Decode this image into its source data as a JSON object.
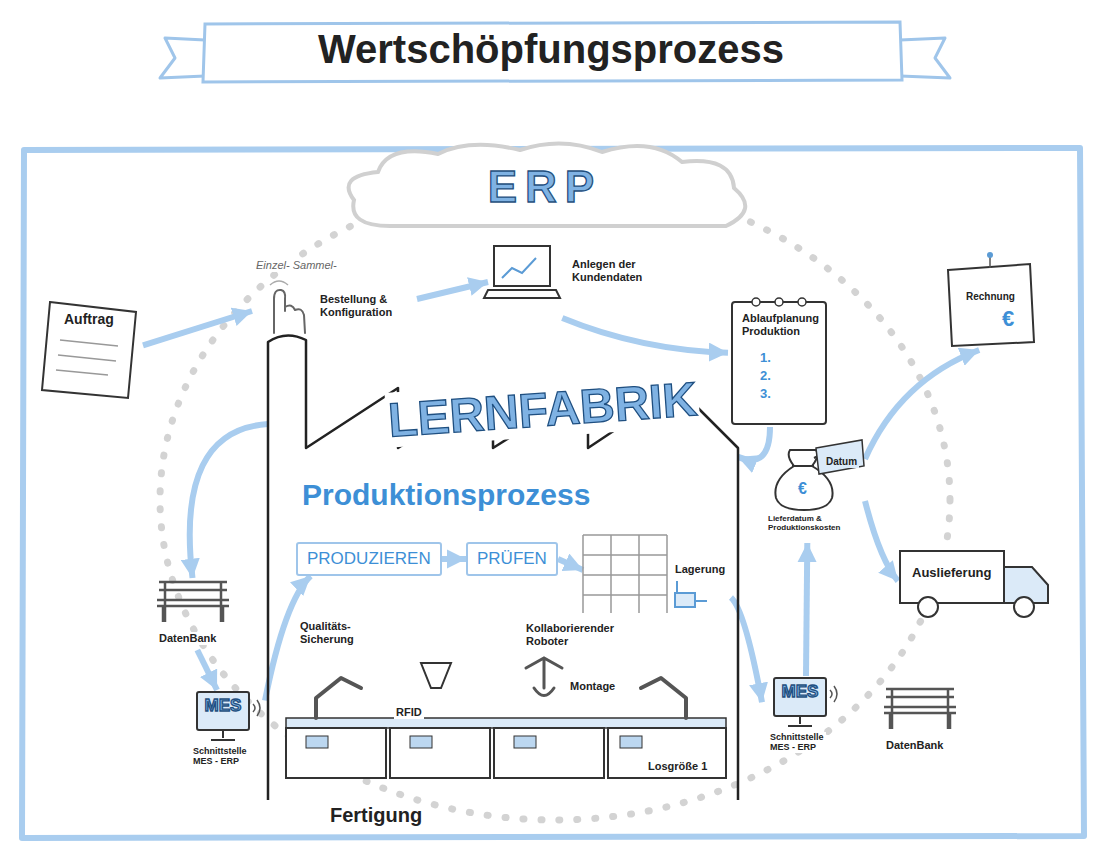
{
  "diagram": {
    "title": "Wertschöpfungsprozess",
    "nodes": [
      {
        "text": [
          "ERP"
        ]
      },
      {
        "text": [
          "Auftrag"
        ]
      },
      {
        "text": [
          "Einzel- Sammel-",
          "Bestellung & Konfiguration"
        ]
      },
      {
        "text": [
          "Anlegen der Kundendaten"
        ]
      },
      {
        "text": [
          "Ablaufplanung Produktion",
          "1.",
          "2.",
          "3."
        ]
      },
      {
        "text": [
          "Rechnung",
          "€"
        ]
      },
      {
        "text": [
          "LERNFABRIK",
          "Produktionsprozess"
        ]
      },
      {
        "text": [
          "PRODUZIEREN"
        ],
        "in": 6
      },
      {
        "text": [
          "PRÜFEN"
        ],
        "in": 6
      },
      {
        "text": [
          "Lagerung"
        ],
        "in": 6
      },
      {
        "text": [
          "Montage",
          "RFID",
          "Losgröße 1"
        ],
        "in": 6
      },
      {
        "text": [
          "DatenBank"
        ]
      },
      {
        "text": [
          "MES",
          "Schnittstelle MES - ERP"
        ]
      },
      {
        "text": [
          "MES",
          "Schnittstelle MES - ERP"
        ]
      },
      {
        "text": [
          "Datum",
          "€",
          "Lieferdatum & Produktionskosten"
        ]
      },
      {
        "text": [
          "Auslieferung"
        ]
      },
      {
        "text": [
          "DatenBank"
        ]
      }
    ],
    "edges": [
      {
        "from": 1,
        "to": 2,
        "arrow": "to"
      },
      {
        "from": 2,
        "to": 3,
        "arrow": "to"
      },
      {
        "from": 3,
        "to": 4,
        "arrow": "to"
      },
      {
        "from": 4,
        "to": 6,
        "arrow": "to"
      },
      {
        "from": 6,
        "to": 11,
        "arrow": "to"
      },
      {
        "from": 11,
        "to": 12,
        "arrow": "to"
      },
      {
        "from": 12,
        "to": 7,
        "arrow": "to"
      },
      {
        "from": 7,
        "to": 8,
        "arrow": "to"
      },
      {
        "from": 8,
        "to": 9,
        "arrow": "to"
      },
      {
        "from": 9,
        "to": 13,
        "arrow": "to"
      },
      {
        "from": 13,
        "to": 14,
        "arrow": "to"
      },
      {
        "from": 14,
        "to": 5,
        "arrow": "to"
      },
      {
        "from": 14,
        "to": 15,
        "arrow": "to"
      }
    ],
    "labels": [
      "Qualitäts- Sicherung",
      "Kollaborierender Roboter",
      "Fertigung"
    ]
  }
}
